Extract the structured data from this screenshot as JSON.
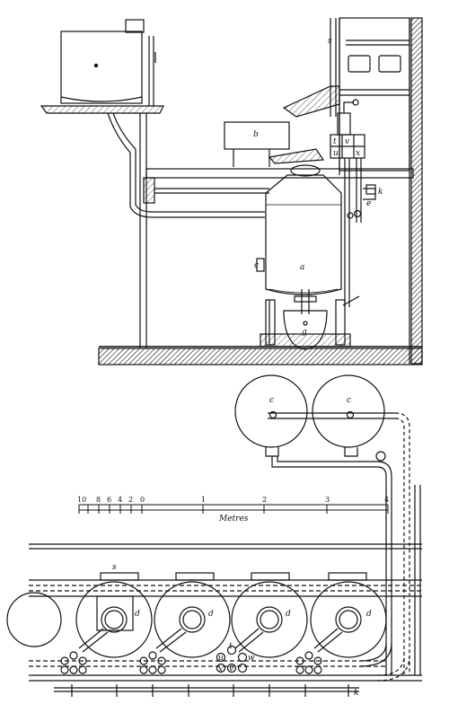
{
  "upper_view": {
    "labels": {
      "a": "a",
      "b": "b",
      "c": "c",
      "e": "e",
      "g": "g",
      "k": "k",
      "s": "s",
      "t": "t",
      "v": "v",
      "x": "x",
      "u": "u"
    }
  },
  "scale_bar": {
    "left_ticks": [
      "10",
      "8",
      "6",
      "4",
      "2",
      "0"
    ],
    "main_ticks": [
      "1",
      "2",
      "3",
      "4"
    ],
    "caption": "Metres"
  },
  "lower_view": {
    "labels": {
      "c1": "c",
      "c2": "c",
      "s": "s",
      "d1": "d",
      "d2": "d",
      "d3": "d",
      "d4": "d",
      "k": "k",
      "t": "t",
      "v": "v",
      "u": "u",
      "w": "w",
      "x": "x"
    }
  },
  "colors": {
    "ink": "#111111",
    "paper": "#ffffff"
  }
}
